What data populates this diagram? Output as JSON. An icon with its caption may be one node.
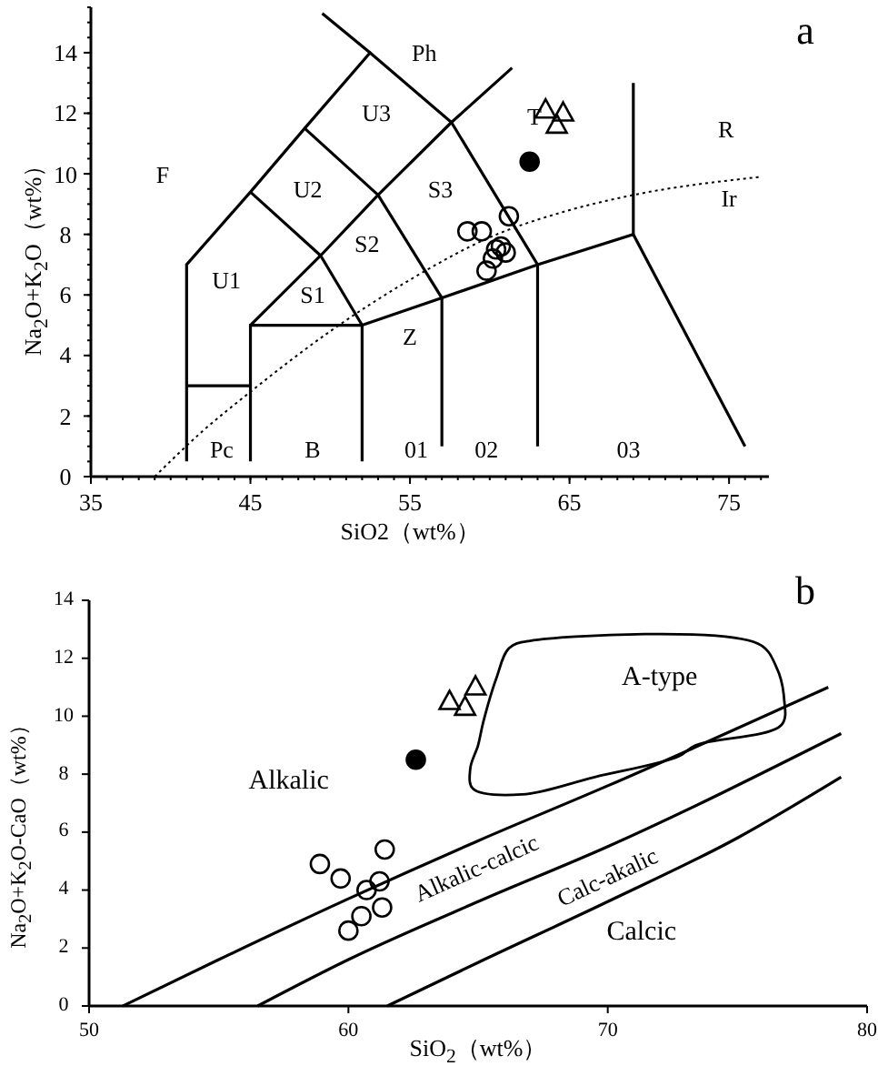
{
  "diagram": {
    "labels": [
      "a",
      "b"
    ],
    "chart_data": [
      {
        "type": "scatter",
        "xlabel": "SiO2（wt%）",
        "ylabel": "Na$_{2}$O+K$_{2}$O（wt%）",
        "xlim": [
          35,
          77.5
        ],
        "ylim": [
          0,
          15.5
        ],
        "xticks": [
          35,
          45,
          55,
          65,
          75
        ],
        "yticks": [
          0,
          2,
          4,
          6,
          8,
          10,
          12,
          14
        ],
        "series": [
          {
            "color": "#000000",
            "x": [
              58.6,
              59.5,
              61.2,
              60.4,
              60.7,
              61.0,
              60.2,
              59.8
            ],
            "values": [
              8.1,
              8.1,
              8.6,
              7.5,
              7.6,
              7.4,
              7.2,
              6.8
            ]
          },
          {
            "color": "#000000",
            "x": [
              62.5
            ],
            "values": [
              10.4
            ]
          },
          {
            "color": "#000000",
            "x": [
              63.5,
              64.2,
              64.6
            ],
            "values": [
              12.1,
              11.6,
              12.0
            ]
          }
        ],
        "annotations": [
          "Ph",
          "U3",
          "T",
          "R",
          "F",
          "U2",
          "S3",
          "Ir",
          "S2",
          "U1",
          "S1",
          "Z",
          "Pc",
          "B",
          "01",
          "02",
          "03"
        ]
      },
      {
        "type": "scatter",
        "xlabel": "SiO$_{2}$（wt%）",
        "ylabel": "Na$_{2}$O+K$_{2}$O-CaO（wt%）",
        "xlim": [
          50,
          80
        ],
        "ylim": [
          0,
          14
        ],
        "xticks": [
          50,
          60,
          70,
          80
        ],
        "yticks": [
          0,
          2,
          4,
          6,
          8,
          10,
          12,
          14
        ],
        "series": [
          {
            "color": "#000000",
            "x": [
              58.9,
              59.7,
              61.4,
              60.7,
              61.2,
              61.3,
              60.5,
              60.0
            ],
            "values": [
              4.9,
              4.4,
              5.4,
              4.0,
              4.3,
              3.4,
              3.1,
              2.6
            ]
          },
          {
            "color": "#000000",
            "x": [
              62.6
            ],
            "values": [
              8.5
            ]
          },
          {
            "color": "#000000",
            "x": [
              63.9,
              64.5,
              64.9
            ],
            "values": [
              10.5,
              10.3,
              11.0
            ]
          }
        ],
        "annotations": [
          "A-type",
          "Alkalic",
          "Alkalic-calcic",
          "Calc-akalic",
          "Calcic"
        ]
      }
    ]
  }
}
